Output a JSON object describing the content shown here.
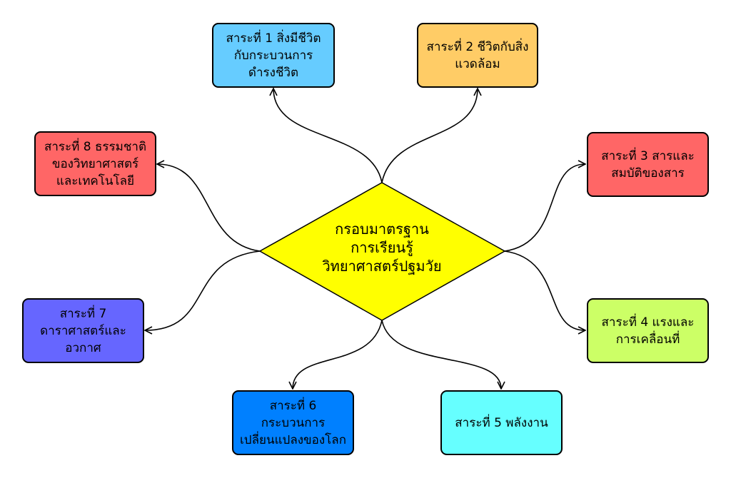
{
  "center": {
    "label": "กรอบมาตรฐาน\nการเรียนรู้\nวิทยาศาสตร์ปฐมวัย",
    "color": "#ffff00"
  },
  "topics": [
    {
      "label": "สาระที่ 1 สิ่งมีชีวิต\nกับกระบวนการ\nดำรงชีวิต",
      "color": "#66ccff"
    },
    {
      "label": "สาระที่ 2 ชีวิตกับสิ่ง\nแวดล้อม",
      "color": "#ffcc66"
    },
    {
      "label": "สาระที่ 3 สารและ\nสมบัติของสาร",
      "color": "#ff6666"
    },
    {
      "label": "สาระที่ 4 แรงและ\nการเคลื่อนที่",
      "color": "#ccff66"
    },
    {
      "label": "สาระที่ 5 พลังงาน",
      "color": "#66ffff"
    },
    {
      "label": "สาระที่ 6 กระบวนการ\nเปลี่ยนแปลงของโลก",
      "color": "#0080ff"
    },
    {
      "label": "สาระที่ 7\nดาราศาสตร์และ\nอวกาศ",
      "color": "#6666ff"
    },
    {
      "label": "สาระที่ 8 ธรรมชาติ\nของวิทยาศาสตร์\nและเทคโนโลยี",
      "color": "#ff6666"
    }
  ]
}
